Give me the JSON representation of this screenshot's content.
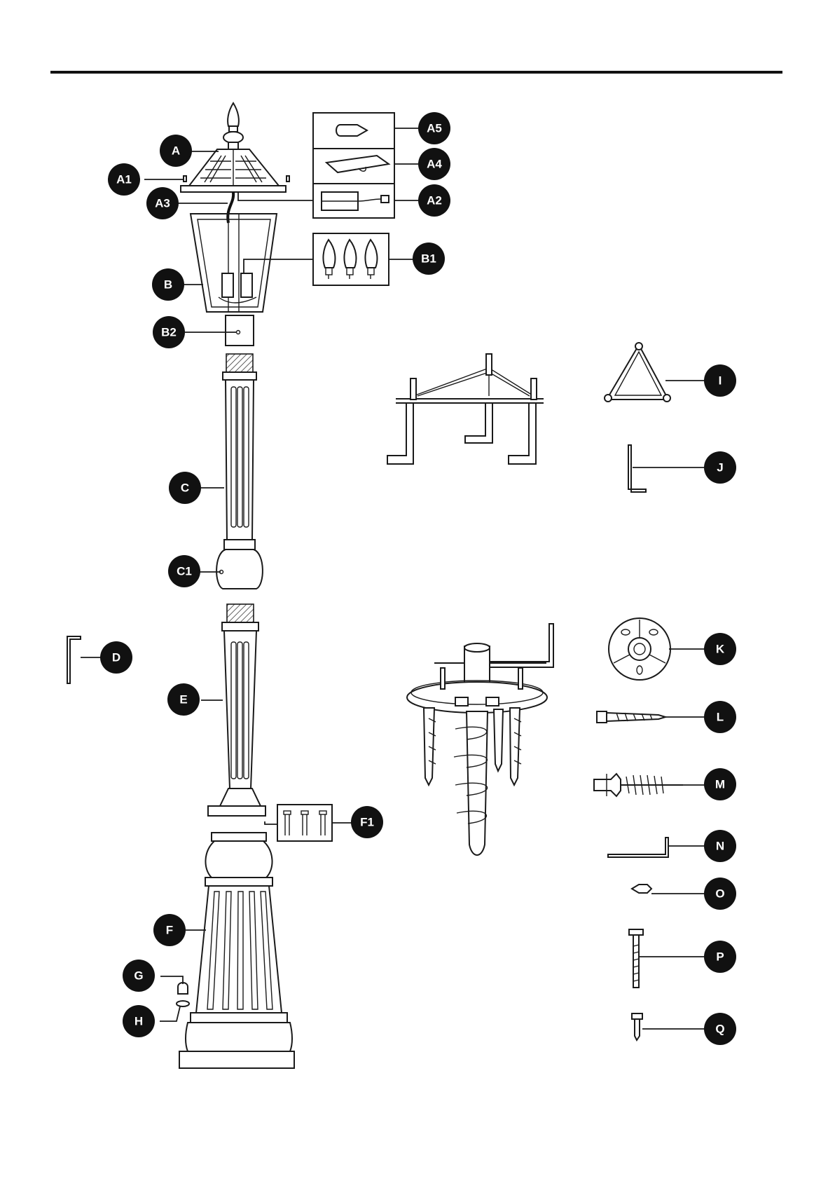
{
  "colors": {
    "ink": "#111111",
    "label_text": "#ffffff",
    "background": "#ffffff"
  },
  "labels": {
    "A": "A",
    "A1": "A1",
    "A2": "A2",
    "A3": "A3",
    "A4": "A4",
    "A5": "A5",
    "B": "B",
    "B1": "B1",
    "B2": "B2",
    "C": "C",
    "C1": "C1",
    "D": "D",
    "E": "E",
    "F": "F",
    "F1": "F1",
    "G": "G",
    "H": "H",
    "I": "I",
    "J": "J",
    "K": "K",
    "L": "L",
    "M": "M",
    "N": "N",
    "O": "O",
    "P": "P",
    "Q": "Q"
  }
}
